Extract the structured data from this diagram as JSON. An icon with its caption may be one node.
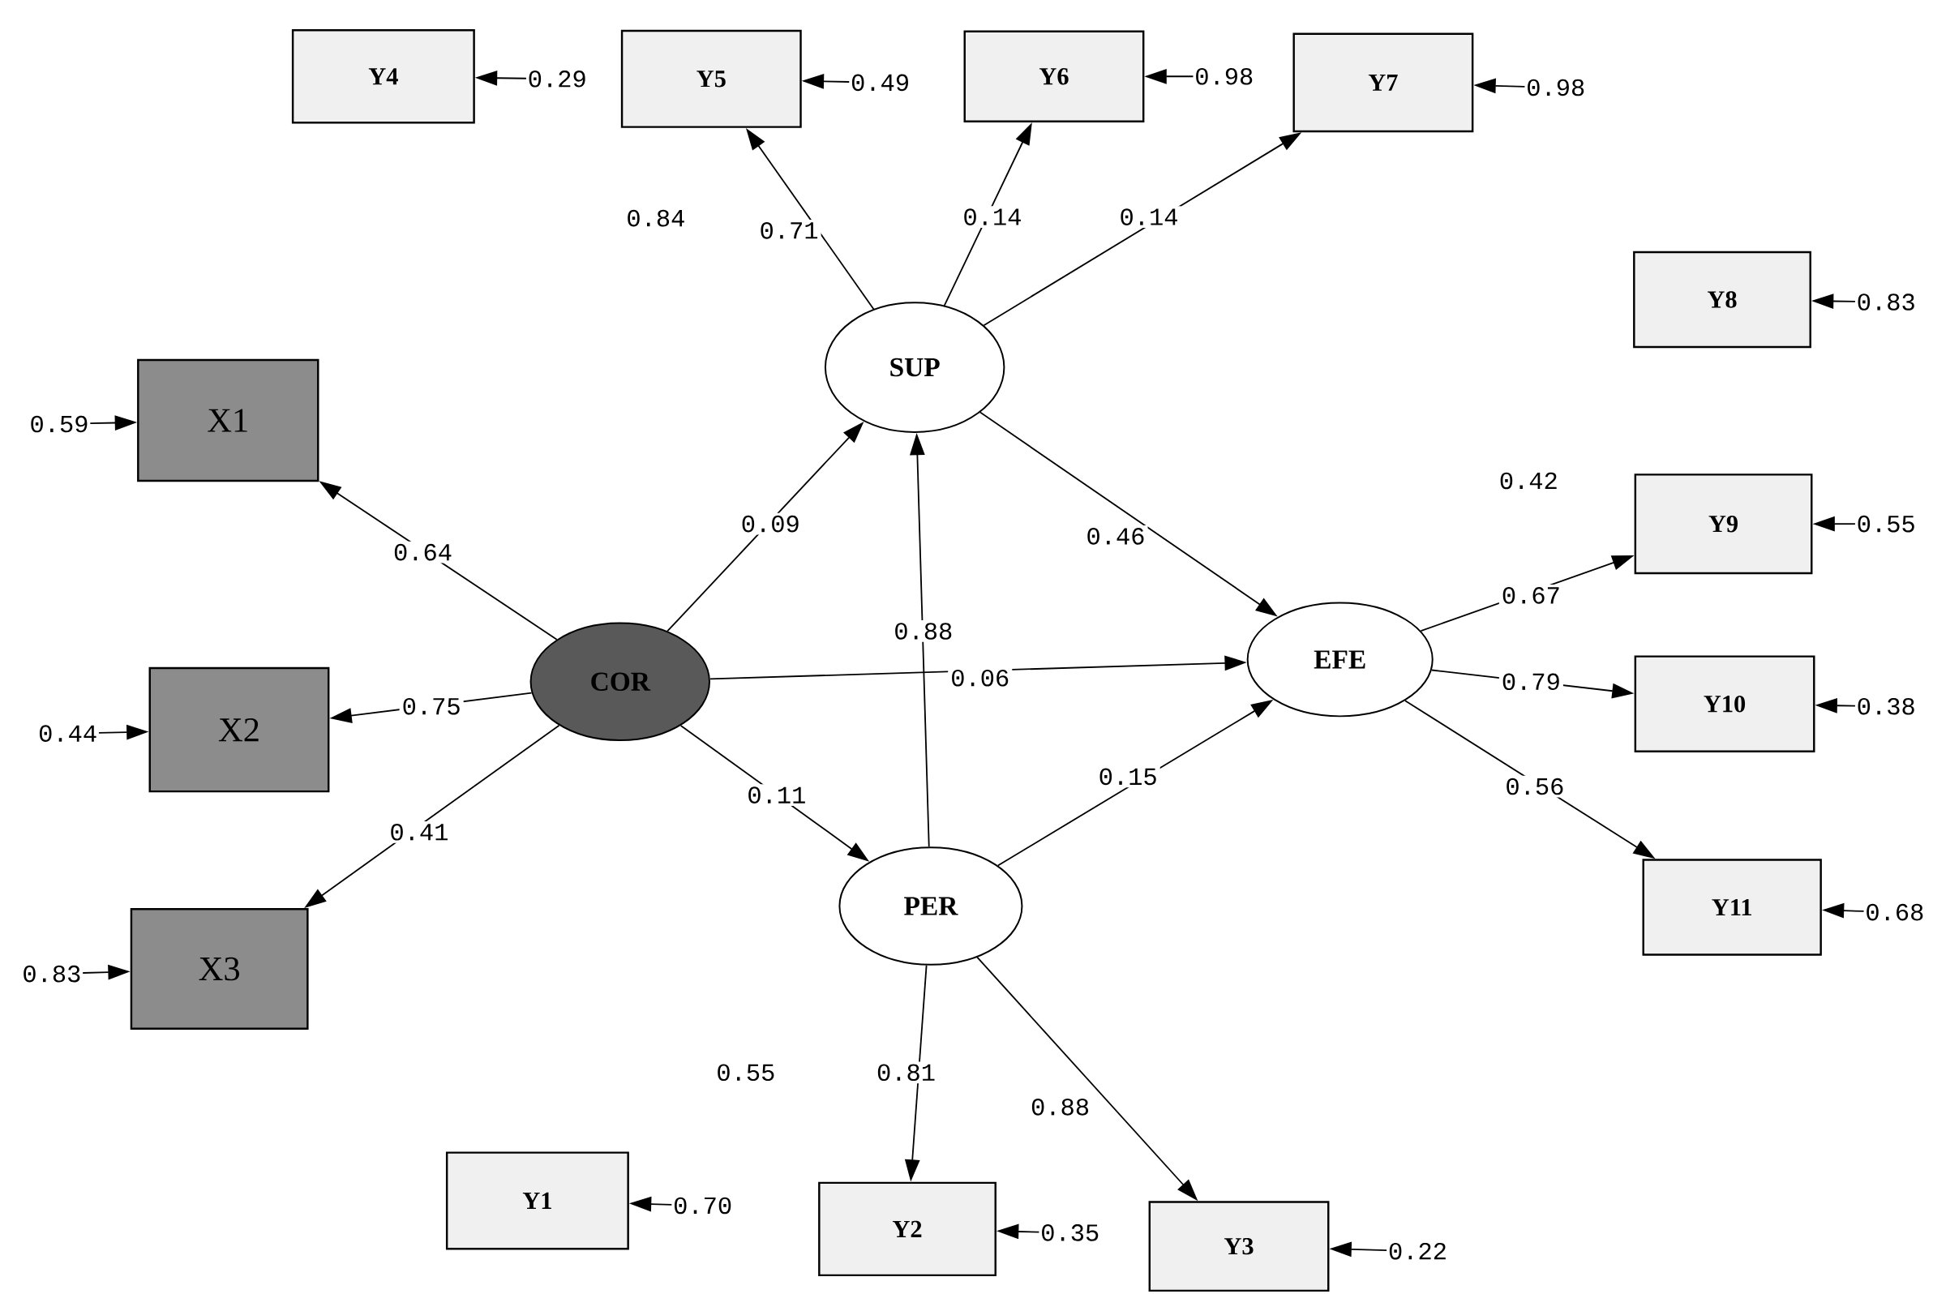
{
  "diagram": {
    "nodes": [
      {
        "text": [
          "Y4"
        ]
      },
      {
        "text": [
          "0.29"
        ]
      },
      {
        "text": [
          "Y5"
        ]
      },
      {
        "text": [
          "0.49"
        ]
      },
      {
        "text": [
          "Y6"
        ]
      },
      {
        "text": [
          "0.98"
        ]
      },
      {
        "text": [
          "Y7"
        ]
      },
      {
        "text": [
          "0.98"
        ]
      },
      {
        "text": [
          "Y8"
        ]
      },
      {
        "text": [
          "0.83"
        ]
      },
      {
        "text": [
          "SUP"
        ]
      },
      {
        "text": [
          "0.59"
        ]
      },
      {
        "text": [
          "X1"
        ]
      },
      {
        "text": [
          "Y9"
        ]
      },
      {
        "text": [
          "0.55"
        ]
      },
      {
        "text": [
          "COR"
        ]
      },
      {
        "text": [
          "EFE"
        ]
      },
      {
        "text": [
          "0.44"
        ]
      },
      {
        "text": [
          "X2"
        ]
      },
      {
        "text": [
          "Y10"
        ]
      },
      {
        "text": [
          "0.38"
        ]
      },
      {
        "text": [
          "PER"
        ]
      },
      {
        "text": [
          "Y11"
        ]
      },
      {
        "text": [
          "0.68"
        ]
      },
      {
        "text": [
          "0.83"
        ]
      },
      {
        "text": [
          "X3"
        ]
      },
      {
        "text": [
          "Y1"
        ]
      },
      {
        "text": [
          "0.70"
        ]
      },
      {
        "text": [
          "Y2"
        ]
      },
      {
        "text": [
          "0.35"
        ]
      },
      {
        "text": [
          "Y3"
        ]
      },
      {
        "text": [
          "0.22"
        ]
      }
    ],
    "edges": [
      {
        "from": 1,
        "to": 0,
        "arrow": "to"
      },
      {
        "from": 3,
        "to": 2,
        "arrow": "to"
      },
      {
        "from": 5,
        "to": 4,
        "arrow": "to"
      },
      {
        "from": 7,
        "to": 6,
        "arrow": "to"
      },
      {
        "from": 9,
        "to": 8,
        "arrow": "to"
      },
      {
        "from": 11,
        "to": 12,
        "arrow": "to"
      },
      {
        "from": 14,
        "to": 13,
        "arrow": "to"
      },
      {
        "from": 17,
        "to": 18,
        "arrow": "to"
      },
      {
        "from": 20,
        "to": 19,
        "arrow": "to"
      },
      {
        "from": 23,
        "to": 22,
        "arrow": "to"
      },
      {
        "from": 24,
        "to": 25,
        "arrow": "to"
      },
      {
        "from": 27,
        "to": 26,
        "arrow": "to"
      },
      {
        "from": 29,
        "to": 28,
        "arrow": "to"
      },
      {
        "from": 31,
        "to": 30,
        "arrow": "to"
      },
      {
        "from": 10,
        "to": 2,
        "arrow": "to",
        "label": "0.71"
      },
      {
        "from": 10,
        "to": 4,
        "arrow": "to",
        "label": "0.14"
      },
      {
        "from": 10,
        "to": 6,
        "arrow": "to",
        "label": "0.14"
      },
      {
        "from": 10,
        "to": 16,
        "arrow": "to",
        "label": "0.46"
      },
      {
        "from": 15,
        "to": 12,
        "arrow": "to",
        "label": "0.64"
      },
      {
        "from": 15,
        "to": 18,
        "arrow": "to",
        "label": "0.75"
      },
      {
        "from": 15,
        "to": 25,
        "arrow": "to",
        "label": "0.41"
      },
      {
        "from": 15,
        "to": 10,
        "arrow": "to",
        "label": "0.09"
      },
      {
        "from": 15,
        "to": 16,
        "arrow": "to",
        "label": "0.06"
      },
      {
        "from": 15,
        "to": 21,
        "arrow": "to",
        "label": "0.11"
      },
      {
        "from": 21,
        "to": 10,
        "arrow": "to",
        "label": "0.88"
      },
      {
        "from": 21,
        "to": 16,
        "arrow": "to",
        "label": "0.15"
      },
      {
        "from": 16,
        "to": 13,
        "arrow": "to",
        "label": "0.67"
      },
      {
        "from": 16,
        "to": 19,
        "arrow": "to",
        "label": "0.79"
      },
      {
        "from": 16,
        "to": 22,
        "arrow": "to",
        "label": "0.56"
      },
      {
        "from": 21,
        "to": 28,
        "arrow": "to",
        "label": "0.81"
      },
      {
        "from": 21,
        "to": 30,
        "arrow": "to",
        "label": "0.88"
      }
    ],
    "labels": [
      "0.84",
      "0.42",
      "0.55"
    ]
  }
}
